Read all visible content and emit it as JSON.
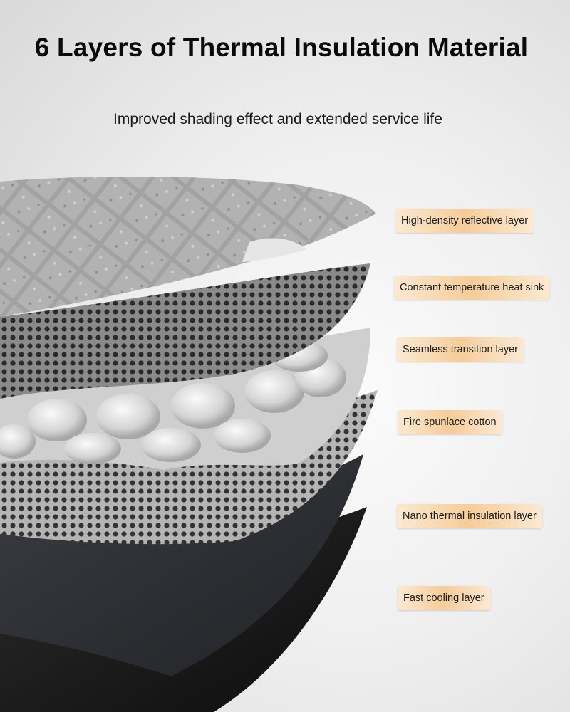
{
  "title": "6 Layers of Thermal Insulation Material",
  "subtitle": "Improved shading effect and extended service life",
  "layers": [
    {
      "label": "High-density reflective layer"
    },
    {
      "label": "Constant temperature heat sink"
    },
    {
      "label": "Seamless transition layer"
    },
    {
      "label": "Fire spunlace cotton"
    },
    {
      "label": "Nano thermal insulation layer"
    },
    {
      "label": "Fast cooling layer"
    }
  ],
  "colors": {
    "label_bg": "#f6cc9a",
    "reflective": "#9a9a9a",
    "perforated": "#5a5a5a",
    "bubble": "#dcdcdc",
    "nano": "#2d2f33",
    "cooling": "#1e1e1e"
  }
}
